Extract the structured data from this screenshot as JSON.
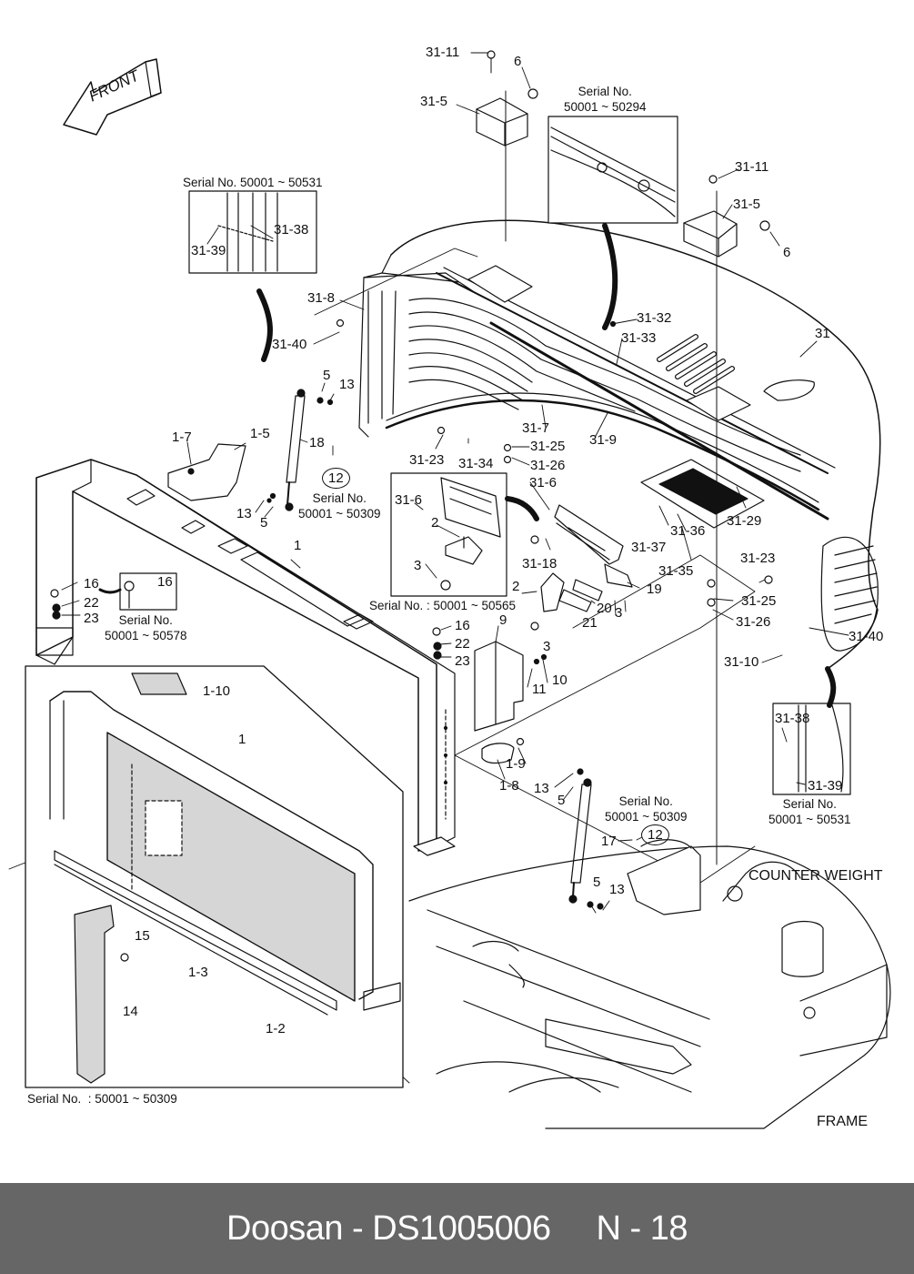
{
  "diagram": {
    "title": "Counter weight / Cover frame parts diagram",
    "front_arrow": "FRONT",
    "region_labels": {
      "counter_weight": "COUNTER WEIGHT",
      "frame": "FRAME"
    },
    "serial_notes": {
      "hood_latch_inset": "Serial No.\n50001 ~ 50294",
      "seal_inset_left": "Serial No. 50001 ~ 50531",
      "seal_inset_right": "Serial No.\n50001 ~ 50531",
      "bolt_inset": "Serial No.\n50001 ~ 50578",
      "gas_spring_18": "Serial No.\n50001 ~ 50309",
      "gas_spring_17": "Serial No.\n50001 ~ 50309",
      "latch_inset": "Serial No. : 50001 ~ 50565",
      "radiator_inset": "Serial No.  : 50001 ~ 50309"
    },
    "part_labels": [
      {
        "id": "p-31-11-a",
        "text": "31-11"
      },
      {
        "id": "p-6-a",
        "text": "6"
      },
      {
        "id": "p-31-5-a",
        "text": "31-5"
      },
      {
        "id": "p-31-11-b",
        "text": "31-11"
      },
      {
        "id": "p-31-5-b",
        "text": "31-5"
      },
      {
        "id": "p-6-b",
        "text": "6"
      },
      {
        "id": "p-31",
        "text": "31"
      },
      {
        "id": "p-31-38-a",
        "text": "31-38"
      },
      {
        "id": "p-31-39-a",
        "text": "31-39"
      },
      {
        "id": "p-31-8",
        "text": "31-8"
      },
      {
        "id": "p-31-40-a",
        "text": "31-40"
      },
      {
        "id": "p-31-32",
        "text": "31-32"
      },
      {
        "id": "p-31-33",
        "text": "31-33"
      },
      {
        "id": "p-5-a",
        "text": "5"
      },
      {
        "id": "p-13-a",
        "text": "13"
      },
      {
        "id": "p-31-7",
        "text": "31-7"
      },
      {
        "id": "p-31-9",
        "text": "31-9"
      },
      {
        "id": "p-18",
        "text": "18"
      },
      {
        "id": "p-12-a",
        "text": "12"
      },
      {
        "id": "p-31-23-a",
        "text": "31-23"
      },
      {
        "id": "p-31-34",
        "text": "31-34"
      },
      {
        "id": "p-31-25-a",
        "text": "31-25"
      },
      {
        "id": "p-31-26-a",
        "text": "31-26"
      },
      {
        "id": "p-31-6-a",
        "text": "31-6"
      },
      {
        "id": "p-1-7",
        "text": "1-7"
      },
      {
        "id": "p-1-5",
        "text": "1-5"
      },
      {
        "id": "p-13-b",
        "text": "13"
      },
      {
        "id": "p-5-b",
        "text": "5"
      },
      {
        "id": "p-31-6-b",
        "text": "31-6"
      },
      {
        "id": "p-2-a",
        "text": "2"
      },
      {
        "id": "p-3-a",
        "text": "3"
      },
      {
        "id": "p-31-29",
        "text": "31-29"
      },
      {
        "id": "p-31-36",
        "text": "31-36"
      },
      {
        "id": "p-31-37",
        "text": "31-37"
      },
      {
        "id": "p-31-18",
        "text": "31-18"
      },
      {
        "id": "p-31-35",
        "text": "31-35"
      },
      {
        "id": "p-1",
        "text": "1"
      },
      {
        "id": "p-16-a",
        "text": "16"
      },
      {
        "id": "p-16-b",
        "text": "16"
      },
      {
        "id": "p-22-a",
        "text": "22"
      },
      {
        "id": "p-23-a",
        "text": "23"
      },
      {
        "id": "p-31-23-b",
        "text": "31-23"
      },
      {
        "id": "p-2-b",
        "text": "2"
      },
      {
        "id": "p-19",
        "text": "19"
      },
      {
        "id": "p-20",
        "text": "20"
      },
      {
        "id": "p-21",
        "text": "21"
      },
      {
        "id": "p-3-b",
        "text": "3"
      },
      {
        "id": "p-31-25-b",
        "text": "31-25"
      },
      {
        "id": "p-31-26-b",
        "text": "31-26"
      },
      {
        "id": "p-31-40-b",
        "text": "31-40"
      },
      {
        "id": "p-31-10",
        "text": "31-10"
      },
      {
        "id": "p-9",
        "text": "9"
      },
      {
        "id": "p-16-c",
        "text": "16"
      },
      {
        "id": "p-22-b",
        "text": "22"
      },
      {
        "id": "p-23-b",
        "text": "23"
      },
      {
        "id": "p-3-c",
        "text": "3"
      },
      {
        "id": "p-11",
        "text": "11"
      },
      {
        "id": "p-10",
        "text": "10"
      },
      {
        "id": "p-1-10",
        "text": "1-10"
      },
      {
        "id": "p-1-b",
        "text": "1"
      },
      {
        "id": "p-31-38-b",
        "text": "31-38"
      },
      {
        "id": "p-31-39-b",
        "text": "31-39"
      },
      {
        "id": "p-1-9",
        "text": "1-9"
      },
      {
        "id": "p-1-8",
        "text": "1-8"
      },
      {
        "id": "p-13-c",
        "text": "13"
      },
      {
        "id": "p-5-c",
        "text": "5"
      },
      {
        "id": "p-17",
        "text": "17"
      },
      {
        "id": "p-12-b",
        "text": "12"
      },
      {
        "id": "p-5-d",
        "text": "5"
      },
      {
        "id": "p-13-d",
        "text": "13"
      },
      {
        "id": "p-15",
        "text": "15"
      },
      {
        "id": "p-1-3",
        "text": "1-3"
      },
      {
        "id": "p-14",
        "text": "14"
      },
      {
        "id": "p-1-2",
        "text": "1-2"
      }
    ]
  },
  "footer": {
    "brand": "Doosan",
    "separator": "-",
    "part_number": "DS1005006",
    "page_ref": "N - 18"
  }
}
